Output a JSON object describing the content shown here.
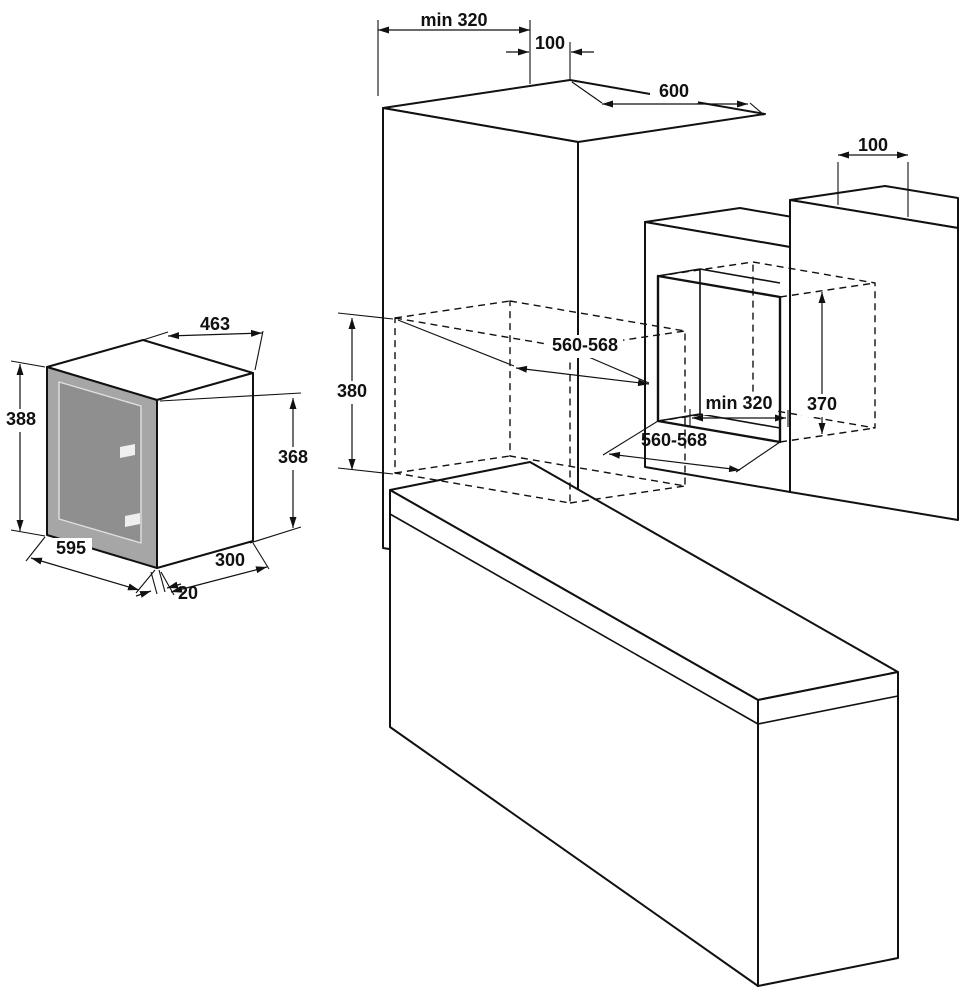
{
  "drawing": {
    "type": "installation-dimension-diagram",
    "subject": "built-in microwave oven and kitchen cabinet niche",
    "colors": {
      "line": "#111111",
      "background": "#ffffff",
      "door": "#a6a6a6",
      "door_window": "#8f8f8f",
      "door_slot": "#efefef"
    }
  },
  "labels": {
    "cab_top_depth_min": "min 320",
    "cab_top_gap": "100",
    "cab_width": "600",
    "right_cab_gap": "100",
    "left_niche_height": "380",
    "left_niche_width": "560-568",
    "right_niche_depth_min": "min 320",
    "right_niche_height": "370",
    "right_niche_width": "560-568",
    "mw_top_depth": "463",
    "mw_frame_height": "388",
    "mw_body_height": "368",
    "mw_width": "595",
    "mw_body_depth": "300",
    "mw_frame_gap": "20"
  }
}
